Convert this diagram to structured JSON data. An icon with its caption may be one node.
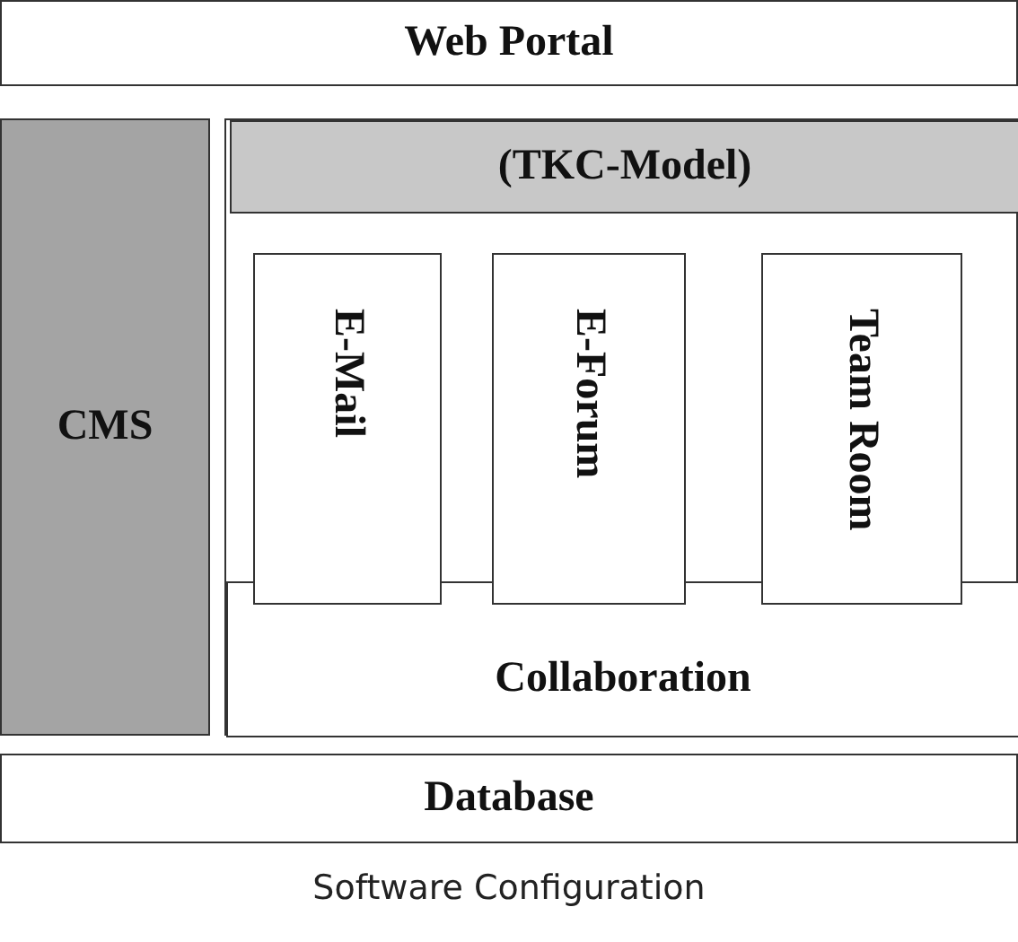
{
  "diagram": {
    "caption": "Software Configuration",
    "nodes": [
      {
        "text": [
          "Web Portal"
        ]
      },
      {
        "text": [
          "CMS"
        ]
      },
      {
        "text": [],
        "shape": "box"
      },
      {
        "text": [
          "(TKC-Model)"
        ],
        "in": 2
      },
      {
        "text": [
          "Collaboration"
        ],
        "in": 2
      },
      {
        "text": [
          "E-Mail"
        ],
        "in": 2
      },
      {
        "text": [
          "E-Forum"
        ],
        "in": 2
      },
      {
        "text": [
          "Team Room"
        ],
        "in": 2
      },
      {
        "text": [
          "Database"
        ]
      }
    ],
    "edges": []
  }
}
